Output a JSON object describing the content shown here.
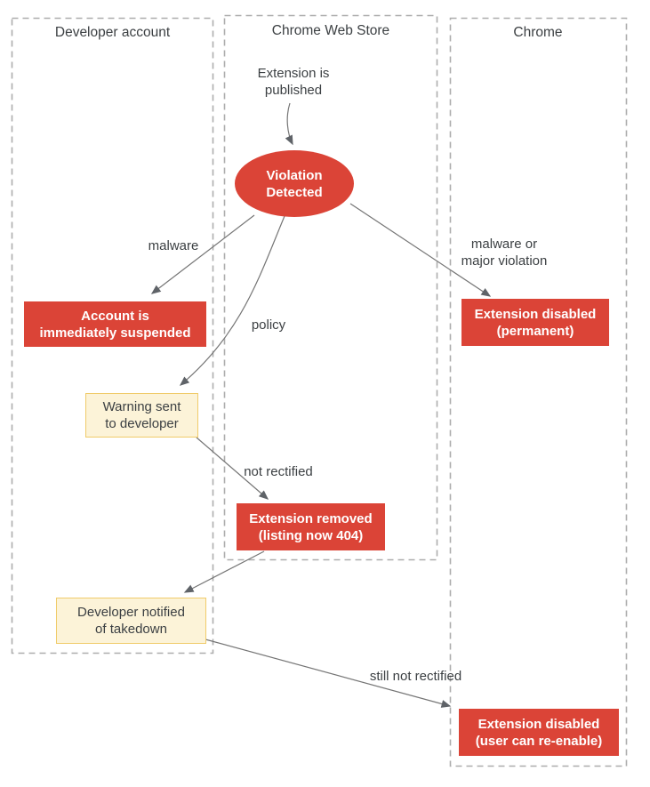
{
  "diagram": {
    "lanes": [
      {
        "title": "Developer account"
      },
      {
        "title": "Chrome Web Store"
      },
      {
        "title": "Chrome"
      }
    ],
    "nodes": {
      "extension_published": "Extension is\npublished",
      "violation_detected": "Violation\nDetected",
      "account_suspended": "Account is\nimmediately suspended",
      "extension_disabled_permanent": "Extension disabled\n(permanent)",
      "warning_sent": "Warning sent\nto developer",
      "extension_removed": "Extension removed\n(listing now 404)",
      "developer_notified": "Developer notified\nof takedown",
      "extension_disabled_reenable": "Extension disabled\n(user can re-enable)"
    },
    "edge_labels": {
      "malware": "malware",
      "malware_or_major_violation": "malware or\nmajor violation",
      "policy": "policy",
      "not_rectified": "not rectified",
      "still_not_rectified": "still not rectified"
    },
    "colors": {
      "action_box_red": "#DB4437",
      "action_box_text": "#FFFFFF",
      "notice_box_fill": "#FCF3D8",
      "notice_box_border": "#F0CB6A",
      "text_dark": "#3C4043",
      "arrow_line": "#757575",
      "arrowhead": "#5F6368",
      "lane_border": "#ADADAD",
      "background": "#FFFFFF"
    }
  }
}
